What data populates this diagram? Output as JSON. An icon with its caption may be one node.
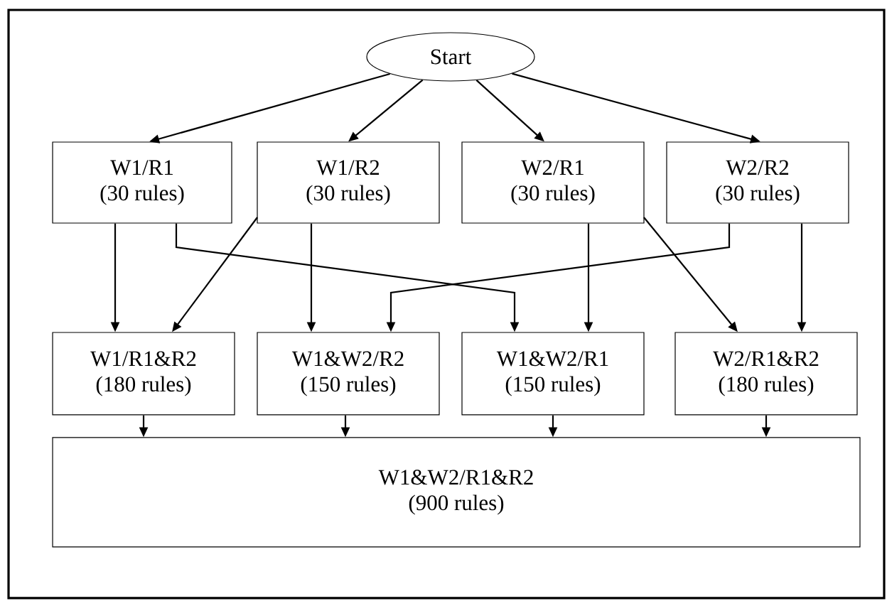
{
  "diagram": {
    "nodes": [
      {
        "text": [
          "Start"
        ]
      },
      {
        "text": [
          "W1/R1",
          "(30 rules)"
        ]
      },
      {
        "text": [
          "W1/R2",
          "(30 rules)"
        ]
      },
      {
        "text": [
          "W2/R1",
          "(30 rules)"
        ]
      },
      {
        "text": [
          "W2/R2",
          "(30 rules)"
        ]
      },
      {
        "text": [
          "W1/R1&R2",
          "(180 rules)"
        ]
      },
      {
        "text": [
          "W1&W2/R2",
          "(150 rules)"
        ]
      },
      {
        "text": [
          "W1&W2/R1",
          "(150 rules)"
        ]
      },
      {
        "text": [
          "W2/R1&R2",
          "(180 rules)"
        ]
      },
      {
        "text": [
          "W1&W2/R1&R2",
          "(900 rules)"
        ]
      }
    ],
    "edges": [
      {
        "from": 0,
        "to": 1,
        "arrow": "to"
      },
      {
        "from": 0,
        "to": 2,
        "arrow": "to"
      },
      {
        "from": 0,
        "to": 3,
        "arrow": "to"
      },
      {
        "from": 0,
        "to": 4,
        "arrow": "to"
      },
      {
        "from": 1,
        "to": 5,
        "arrow": "to"
      },
      {
        "from": 1,
        "to": 7,
        "arrow": "to"
      },
      {
        "from": 2,
        "to": 5,
        "arrow": "to"
      },
      {
        "from": 2,
        "to": 6,
        "arrow": "to"
      },
      {
        "from": 3,
        "to": 7,
        "arrow": "to"
      },
      {
        "from": 3,
        "to": 8,
        "arrow": "to"
      },
      {
        "from": 4,
        "to": 6,
        "arrow": "to"
      },
      {
        "from": 4,
        "to": 8,
        "arrow": "to"
      },
      {
        "from": 5,
        "to": 9,
        "arrow": "to"
      },
      {
        "from": 6,
        "to": 9,
        "arrow": "to"
      },
      {
        "from": 7,
        "to": 9,
        "arrow": "to"
      },
      {
        "from": 8,
        "to": 9,
        "arrow": "to"
      }
    ]
  }
}
